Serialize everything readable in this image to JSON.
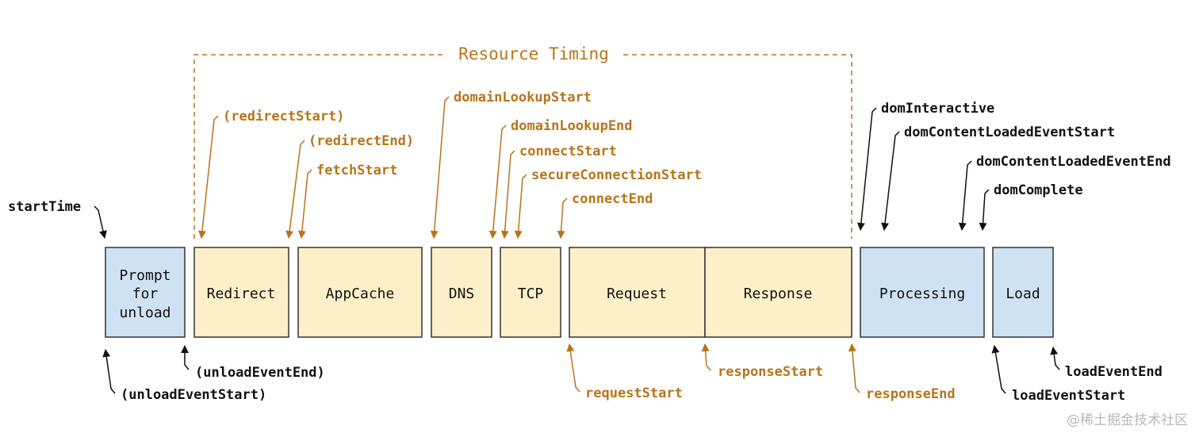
{
  "title": "Resource Timing",
  "colors": {
    "blue_fill": "#cfe2f3",
    "yellow_fill": "#fdf0c8",
    "box_stroke": "#333333",
    "orange": "#b8741a",
    "black": "#111111"
  },
  "boxes": {
    "prompt": [
      "Prompt",
      "for",
      "unload"
    ],
    "redirect": "Redirect",
    "appcache": "AppCache",
    "dns": "DNS",
    "tcp": "TCP",
    "request": "Request",
    "response": "Response",
    "processing": "Processing",
    "load": "Load"
  },
  "labels": {
    "startTime": "startTime",
    "redirectStart": "(redirectStart)",
    "redirectEnd": "(redirectEnd)",
    "fetchStart": "fetchStart",
    "domainLookupStart": "domainLookupStart",
    "domainLookupEnd": "domainLookupEnd",
    "connectStart": "connectStart",
    "secureConnectionStart": "secureConnectionStart",
    "connectEnd": "connectEnd",
    "domInteractive": "domInteractive",
    "domContentLoadedEventStart": "domContentLoadedEventStart",
    "domContentLoadedEventEnd": "domContentLoadedEventEnd",
    "domComplete": "domComplete",
    "unloadEventEnd": "(unloadEventEnd)",
    "unloadEventStart": "(unloadEventStart)",
    "requestStart": "requestStart",
    "responseStart": "responseStart",
    "responseEnd": "responseEnd",
    "loadEventEnd": "loadEventEnd",
    "loadEventStart": "loadEventStart"
  },
  "watermark": "@稀土掘金技术社区"
}
